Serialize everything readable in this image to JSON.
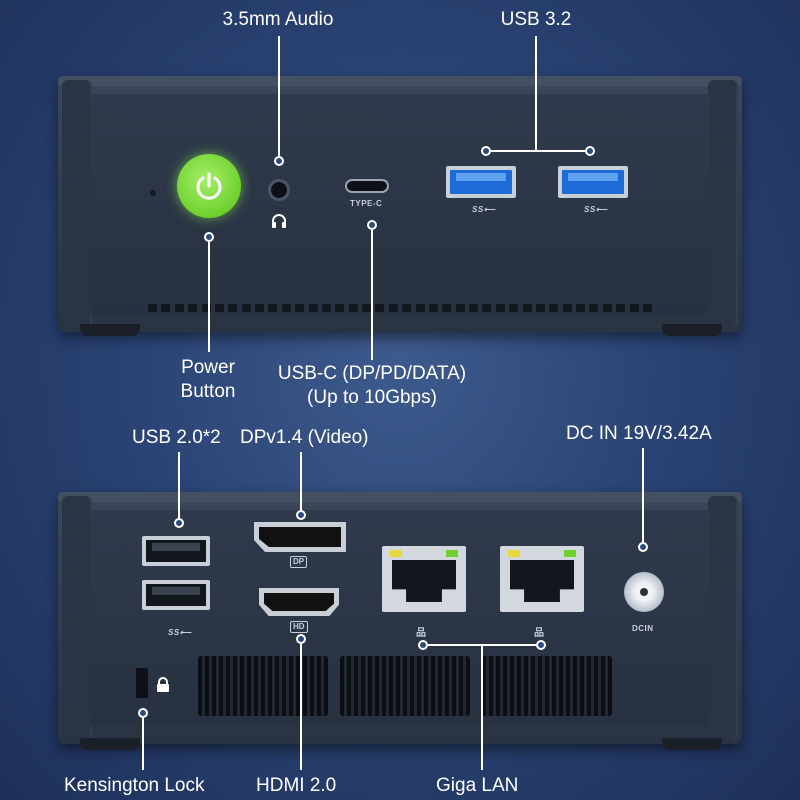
{
  "front": {
    "labels": {
      "audio": "3.5mm Audio",
      "usb32": "USB 3.2",
      "power_line1": "Power",
      "power_line2": "Button",
      "usbc_line1": "USB-C (DP/PD/DATA)",
      "usbc_line2": "(Up to 10Gbps)"
    },
    "port_text": {
      "type_c": "TYPE-C",
      "ss_left": "SS⟵",
      "ss_right": "SS⟵"
    }
  },
  "rear": {
    "labels": {
      "usb20": "USB 2.0*2",
      "dp": "DPv1.4 (Video)",
      "dcin": "DC IN 19V/3.42A",
      "kensington": "Kensington Lock",
      "hdmi": "HDMI 2.0",
      "lan": "Giga LAN"
    },
    "port_text": {
      "dp_tag": "DP",
      "hd_tag": "HD",
      "dcin_tag": "DCIN",
      "ss_usb2": "SS⟵",
      "lan_icon_1": "品",
      "lan_icon_2": "品"
    }
  },
  "colors": {
    "background": "#2b4475",
    "power_button": "#6fd12e",
    "usb3_port": "#1f6bd6",
    "lan_led_yellow": "#e8d93a",
    "lan_led_green": "#6fd12e"
  },
  "icons": [
    "power-icon",
    "headphone-icon",
    "lock-icon",
    "network-icon"
  ]
}
